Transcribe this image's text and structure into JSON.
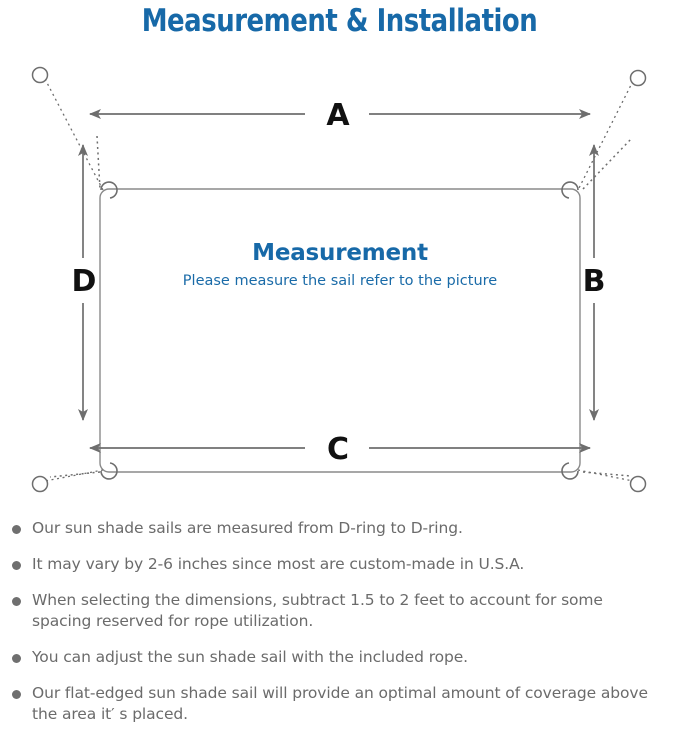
{
  "page": {
    "title": "Measurement & Installation",
    "title_color": "#1769a8",
    "background": "#ffffff"
  },
  "diagram": {
    "name": "sun-shade-sail-measurement-diagram",
    "sail": {
      "label_title": "Measurement",
      "label_subtitle": "Please measure the sail refer to the picture",
      "stroke_color": "#8a8a8a",
      "text_color": "#1769a8"
    },
    "dimension_labels": {
      "top": "A",
      "right": "B",
      "bottom": "C",
      "left": "D"
    },
    "label_color": "#000000",
    "arrow_color": "#6e6e6e",
    "rope_style": "dotted",
    "anchors": [
      {
        "name": "anchor-top-left",
        "position": "top-left"
      },
      {
        "name": "anchor-top-right",
        "position": "top-right"
      },
      {
        "name": "anchor-bottom-left",
        "position": "bottom-left"
      },
      {
        "name": "anchor-bottom-right",
        "position": "bottom-right"
      }
    ],
    "d_rings": [
      {
        "name": "d-ring-top-left",
        "position": "top-left"
      },
      {
        "name": "d-ring-top-right",
        "position": "top-right"
      },
      {
        "name": "d-ring-bottom-left",
        "position": "bottom-left"
      },
      {
        "name": "d-ring-bottom-right",
        "position": "bottom-right"
      }
    ]
  },
  "notes": {
    "text_color": "#6b6b6b",
    "items": [
      "Our sun shade sails are measured from D-ring to D-ring.",
      "It may vary by 2-6 inches since most are custom-made in U.S.A.",
      "When selecting the dimensions, subtract 1.5 to 2 feet to account for some spacing reserved for rope utilization.",
      "You can adjust the sun shade sail with the included rope.",
      "Our flat-edged sun shade sail will provide an optimal amount of coverage above the area it′ s placed."
    ]
  }
}
